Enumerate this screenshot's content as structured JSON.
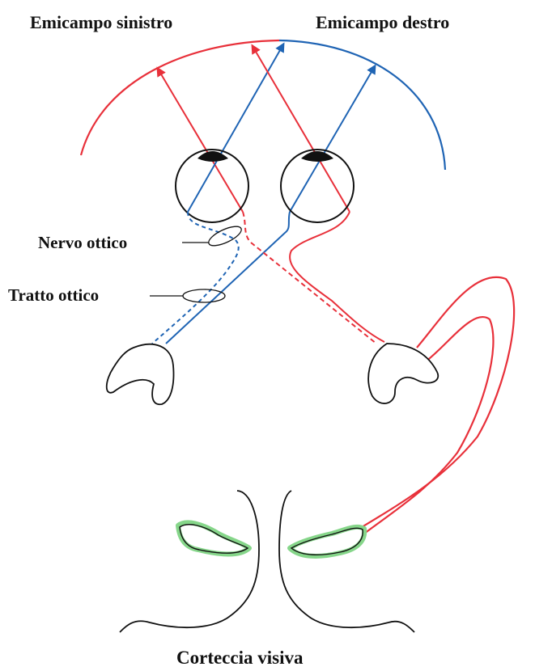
{
  "labels": {
    "left_hemifield": "Emicampo sinistro",
    "right_hemifield": "Emicampo destro",
    "optic_nerve": "Nervo ottico",
    "optic_tract": "Tratto ottico",
    "visual_cortex": "Corteccia visiva"
  },
  "colors": {
    "red": "#e8303a",
    "blue": "#1f64b4",
    "green": "#86d68a",
    "outline": "#111111"
  }
}
